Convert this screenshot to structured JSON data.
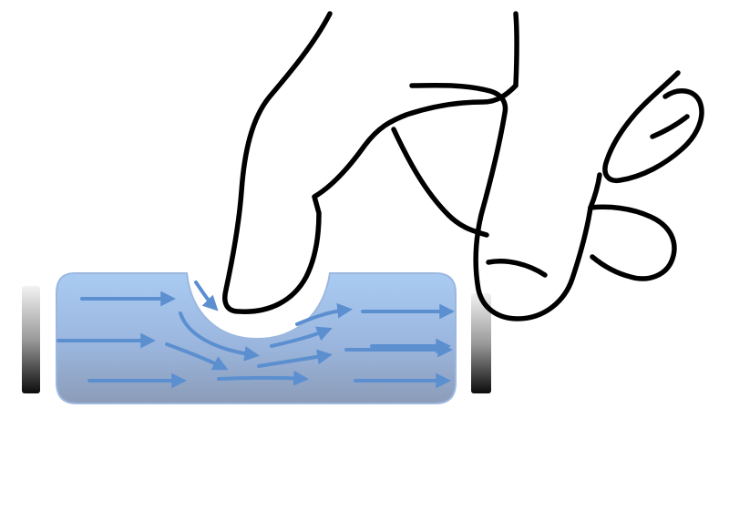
{
  "diagram": {
    "colors": {
      "background": "#ffffff",
      "tube_top": "#a8c8f0",
      "tube_bottom": "#8ea2bf",
      "tube_stroke": "#9bb7e0",
      "arrow": "#5b8fd0",
      "hand_outline": "#000000",
      "end_cap_light": "#e8e8e8",
      "end_cap_dark": "#111111"
    },
    "icons": {
      "hand": "hand-pressing-icon",
      "tube": "fluid-tube",
      "flow_arrow": "flow-arrow-icon",
      "end_cap": "electrode-plate"
    },
    "flow_arrow_count": 14
  }
}
